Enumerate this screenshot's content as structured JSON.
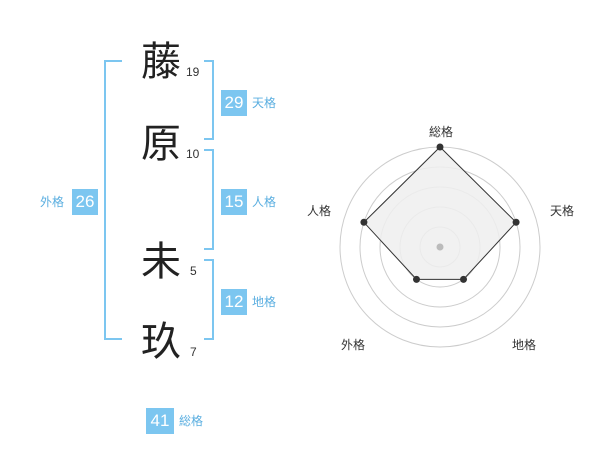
{
  "name": {
    "chars": [
      {
        "char": "藤",
        "strokes": "19"
      },
      {
        "char": "原",
        "strokes": "10"
      },
      {
        "char": "未",
        "strokes": "5"
      },
      {
        "char": "玖",
        "strokes": "7"
      }
    ]
  },
  "fortunes": {
    "tenkaku": {
      "label": "天格",
      "value": "29"
    },
    "jinkaku": {
      "label": "人格",
      "value": "15"
    },
    "chikaku": {
      "label": "地格",
      "value": "12"
    },
    "gaikaku": {
      "label": "外格",
      "value": "26"
    },
    "soukaku": {
      "label": "総格",
      "value": "41"
    }
  },
  "radar": {
    "axes": [
      "総格",
      "天格",
      "地格",
      "外格",
      "人格"
    ],
    "levels": 5,
    "values": [
      5,
      4,
      2,
      2,
      4
    ],
    "max": 5,
    "colors": {
      "grid": "#cccccc",
      "fill": "#eeeeee",
      "line": "#333333",
      "center": "#bbbbbb"
    }
  }
}
